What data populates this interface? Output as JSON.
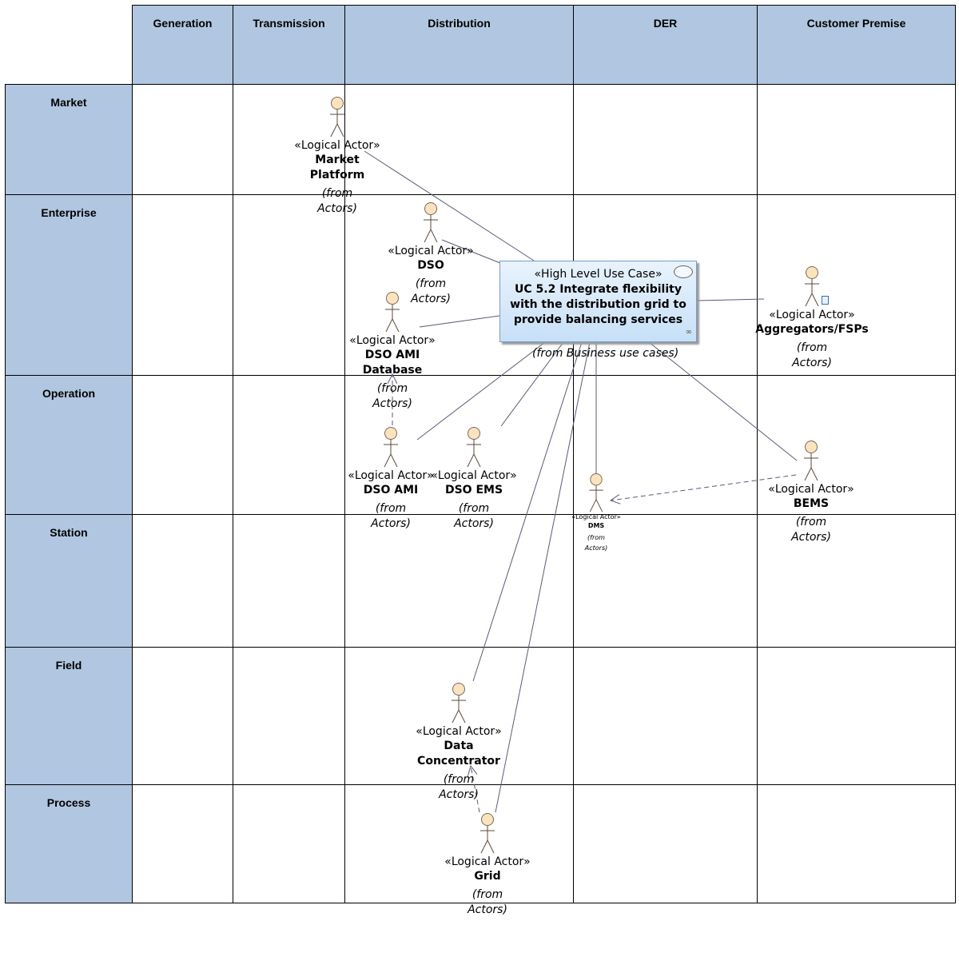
{
  "columns": [
    "Generation",
    "Transmission",
    "Distribution",
    "DER",
    "Customer Premise"
  ],
  "rows": [
    "Market",
    "Enterprise",
    "Operation",
    "Station",
    "Field",
    "Process"
  ],
  "use_case": {
    "stereotype": "«High Level Use Case»",
    "name": "UC 5.2 Integrate flexibility with the distribution grid to provide balancing services",
    "from": "(from Business use cases)"
  },
  "actors": {
    "market_platform": {
      "stereotype": "«Logical Actor»",
      "name_line1": "Market",
      "name_line2": "Platform",
      "from_line1": "(from",
      "from_line2": "Actors)"
    },
    "dso": {
      "stereotype": "«Logical Actor»",
      "name_line1": "DSO",
      "from_line1": "(from",
      "from_line2": "Actors)"
    },
    "dso_ami_database": {
      "stereotype": "«Logical Actor»",
      "name_line1": "DSO AMI",
      "name_line2": "Database",
      "from_line1": "(from",
      "from_line2": "Actors)"
    },
    "aggregators": {
      "stereotype": "«Logical Actor»",
      "name_line1": "Aggregators/FSPs",
      "from_line1": "(from",
      "from_line2": "Actors)"
    },
    "dso_ami": {
      "stereotype": "«Logical Actor»",
      "name_line1": "DSO AMI",
      "from_line1": "(from",
      "from_line2": "Actors)"
    },
    "dso_ems": {
      "stereotype": "«Logical Actor»",
      "name_line1": "DSO EMS",
      "from_line1": "(from",
      "from_line2": "Actors)"
    },
    "dms": {
      "stereotype": "«Logical Actor»",
      "name_line1": "DMS",
      "from_line1": "(from",
      "from_line2": "Actors)"
    },
    "bems": {
      "stereotype": "«Logical Actor»",
      "name_line1": "BEMS",
      "from_line1": "(from",
      "from_line2": "Actors)"
    },
    "data_concentrator": {
      "stereotype": "«Logical Actor»",
      "name_line1": "Data",
      "name_line2": "Concentrator",
      "from_line1": "(from",
      "from_line2": "Actors)"
    },
    "grid": {
      "stereotype": "«Logical Actor»",
      "name_line1": "Grid",
      "from_line1": "(from",
      "from_line2": "Actors)"
    }
  },
  "colors": {
    "header_fill": "#b1c6e0",
    "actor_head": "#fbe3c0",
    "line": "#5a5a7a",
    "usecase_fill": "#d6e9fb"
  }
}
